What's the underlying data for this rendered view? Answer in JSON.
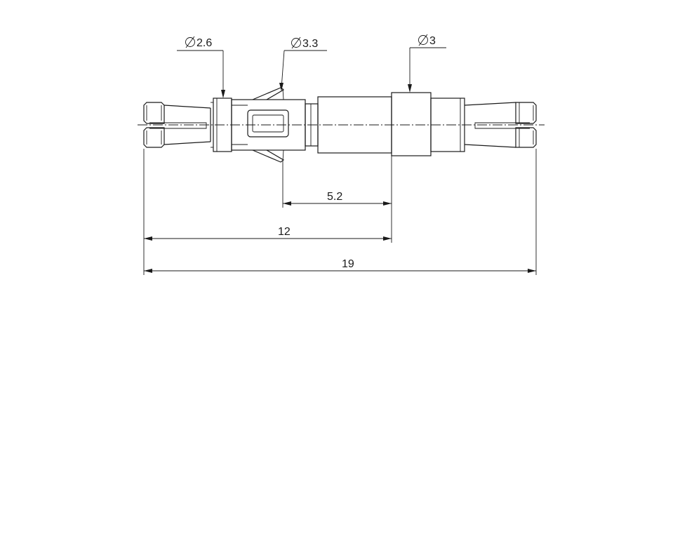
{
  "diameter_labels": {
    "d26": "2.6",
    "d33": "3.3",
    "d3": "3"
  },
  "length_dims": {
    "l52": "5.2",
    "l12": "12",
    "l19": "19"
  },
  "icons": {
    "diameter_symbol": "diameter-icon"
  }
}
